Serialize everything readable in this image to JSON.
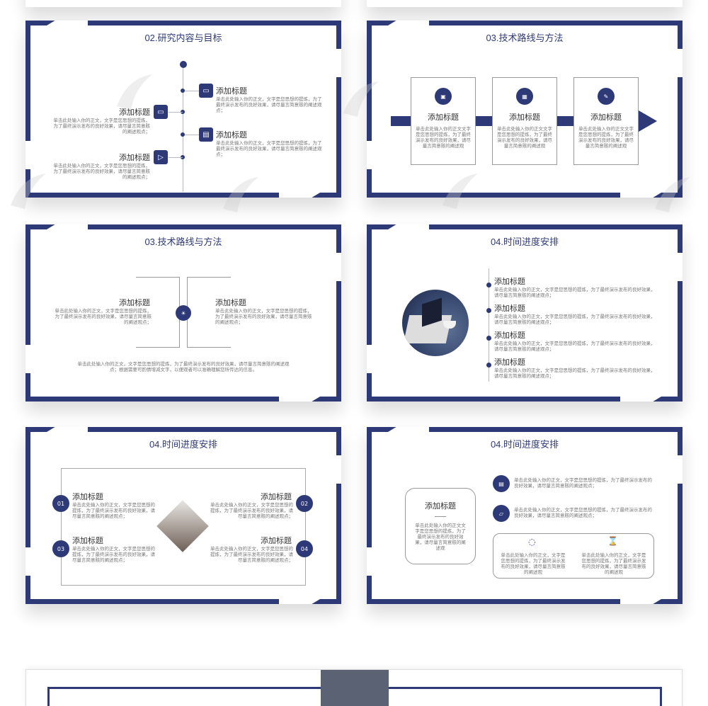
{
  "slides": {
    "s1": {
      "title": "02.研究内容与目标",
      "items": [
        {
          "heading": "添加标题",
          "body": "单击此处输入你的正文，文字是您思想的提炼，为了最终演示发布的良好效果，请尽量言简意赅的阐述观点；"
        },
        {
          "heading": "添加标题",
          "body": "单击此处输入你的正文，文字是您思想的提炼，为了最终演示发布的良好效果，请尽量言简意赅的阐述观点；"
        },
        {
          "heading": "添加标题",
          "body": "单击此处输入你的正文，文字是您思想的提炼，为了最终演示发布的良好效果，请尽量言简意赅的阐述观点；"
        },
        {
          "heading": "添加标题",
          "body": "单击此处输入你的正文，文字是您思想的提炼，为了最终演示发布的良好效果，请尽量言简意赅的阐述观点；"
        }
      ]
    },
    "s2": {
      "title": "03.技术路线与方法",
      "items": [
        {
          "heading": "添加标题",
          "body": "单击此处输入你的正文文字是您思想的提炼，为了最终演示发布的良好效果，请尽量言简意赅的阐述观"
        },
        {
          "heading": "添加标题",
          "body": "单击此处输入你的正文文字是您思想的提炼，为了最终演示发布的良好效果，请尽量言简意赅的阐述观"
        },
        {
          "heading": "添加标题",
          "body": "单击此处输入你的正文文字是您思想的提炼，为了最终演示发布的良好效果，请尽量言简意赅的阐述观"
        }
      ]
    },
    "s3": {
      "title": "03.技术路线与方法",
      "left": {
        "heading": "添加标题",
        "body": "单击此处输入你的正文，文字是您思想的提炼，为了最终演示发布的良好效果，请尽量言简意赅的阐述观点；"
      },
      "right": {
        "heading": "添加标题",
        "body": "单击此处输入你的正文，文字是您思想的提炼，为了最终演示发布的良好效果，请尽量言简意赅的阐述观点；"
      },
      "bottom": "单击此处输入你的正文，文字是您思想的提炼，为了最终演示发布的良好效果，请尽量言简意赅的阐述观点；根据需要可酌情增减文字，以便观者可以准确理解您所传达的信息。"
    },
    "s4": {
      "title": "04.时间进度安排",
      "items": [
        {
          "heading": "添加标题",
          "body": "单击此处输入你的正文，文字是您思想的提炼，为了最终演示发布的良好效果，请尽量言简意赅的阐述观点；"
        },
        {
          "heading": "添加标题",
          "body": "单击此处输入你的正文，文字是您思想的提炼，为了最终演示发布的良好效果，请尽量言简意赅的阐述观点；"
        },
        {
          "heading": "添加标题",
          "body": "单击此处输入你的正文，文字是您思想的提炼，为了最终演示发布的良好效果，请尽量言简意赅的阐述观点；"
        },
        {
          "heading": "添加标题",
          "body": "单击此处输入你的正文，文字是您思想的提炼，为了最终演示发布的良好效果，请尽量言简意赅的阐述观点；"
        }
      ]
    },
    "s5": {
      "title": "04.时间进度安排",
      "items": [
        {
          "num": "01",
          "heading": "添加标题",
          "body": "单击此处输入你的正文，文字是您思想的提炼，为了最终演示发布的良好效果，请尽量言简意赅的阐述观点；"
        },
        {
          "num": "02",
          "heading": "添加标题",
          "body": "单击此处输入你的正文，文字是您思想的提炼，为了最终演示发布的良好效果，请尽量言简意赅的阐述观点；"
        },
        {
          "num": "03",
          "heading": "添加标题",
          "body": "单击此处输入你的正文，文字是您思想的提炼，为了最终演示发布的良好效果，请尽量言简意赅的阐述观点；"
        },
        {
          "num": "04",
          "heading": "添加标题",
          "body": "单击此处输入你的正文，文字是您思想的提炼，为了最终演示发布的良好效果，请尽量言简意赅的阐述观点；"
        }
      ]
    },
    "s6": {
      "title": "04.时间进度安排",
      "card": {
        "heading": "添加标题",
        "body": "单击此处输入你的正文文字是您思想的提炼，为了最终演示发布的良好效果，请尽量言简意赅的阐述观"
      },
      "rows": [
        {
          "body": "单击此处输入你的正文，文字是您思想的提炼，为了最终演示发布的良好效果，请尽量言简意赅的阐述观点；"
        },
        {
          "body": "单击此处输入你的正文，文字是您思想的提炼，为了最终演示发布的良好效果，请尽量言简意赅的阐述观点；"
        }
      ],
      "bottom": [
        {
          "body": "单击此处输入你的正文，文字是您思想的提炼，为了最终演示发布的良好效果，请尽量言简意赅的阐述观"
        },
        {
          "body": "单击此处输入你的正文，文字是您思想的提炼，为了最终演示发布的良好效果，请尽量言简意赅的阐述观"
        }
      ]
    }
  },
  "colors": {
    "navy": "#2e3a78",
    "frame_gray": "#5a6274"
  }
}
